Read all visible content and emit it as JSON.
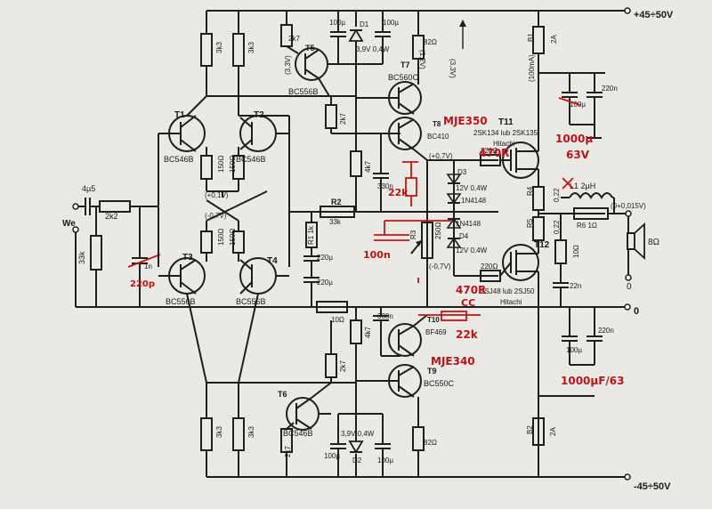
{
  "rails": {
    "pos": "+45÷50V",
    "neg": "-45÷50V",
    "gnd": "0",
    "out_zero": "0"
  },
  "input": {
    "label": "We",
    "cap": "4µ5",
    "r_series": "2k2",
    "r_shunt": "33k",
    "c_shunt": "1n",
    "c_shunt_edit": "220p"
  },
  "transistors": {
    "T1": {
      "name": "T1",
      "type": "BC546B"
    },
    "T2": {
      "name": "T2",
      "type": "BC546B"
    },
    "T3": {
      "name": "T3",
      "type": "BC556B"
    },
    "T4": {
      "name": "T4",
      "type": "BC556B"
    },
    "T5": {
      "name": "T5",
      "type": "BC556B"
    },
    "T6": {
      "name": "T6",
      "type": "BC546B"
    },
    "T7": {
      "name": "T7",
      "type": "BC560C"
    },
    "T8": {
      "name": "T8",
      "type": "BC410"
    },
    "T9": {
      "name": "T9",
      "type": "BC550C"
    },
    "T10": {
      "name": "T10",
      "type": "BF469"
    },
    "T11": {
      "name": "T11",
      "type": "2SK134 lub 2SK135",
      "maker": "Hitachi"
    },
    "T12": {
      "name": "T12",
      "type": "2SJ48 lub 2SJ50",
      "maker": "Hitachi"
    }
  },
  "resistors": {
    "r3k3": "3k3",
    "r2k7": "2k7",
    "r150": "150Ω",
    "r4k7": "4k7",
    "r82": "82Ω",
    "r220": "220Ω",
    "r10": "10Ω",
    "r1": "R1 1k",
    "r2": "R2",
    "r2v": "33k",
    "r_pot": "R3",
    "r_pot_v": "250Ω",
    "r4": "R4",
    "r4v": "0,22",
    "r5": "R5",
    "r5v": "0,22",
    "r6": "R6 1Ω",
    "r10r": "10Ω",
    "b1": "B1",
    "b2": "B2",
    "fuse_v": "2A"
  },
  "caps": {
    "c100u": "100µ",
    "c220u": "220µ",
    "c330n": "330n",
    "c100n": "100n",
    "c220n": "220n",
    "c22n": "22n"
  },
  "diodes": {
    "d1": "D1",
    "d1v": "3,9V 0,4W",
    "d2": "D2",
    "d3": "D3",
    "d3v": "12V 0,4W",
    "d4": "D4",
    "d4v": "12V 0,4W",
    "n4148": "1N4148"
  },
  "voltages": {
    "v01": "(+0,1V)",
    "v01n": "(-0,7V)",
    "v33": "(3,3V)",
    "v12": "(1,2V)",
    "v07p": "(+0,7V)",
    "v07n": "(-0,7V)",
    "v100ma": "(100mA)",
    "v0015": "(0+0,015V)"
  },
  "output": {
    "coil": "L1 2µH",
    "speaker": "8Ω"
  },
  "annotations_red": {
    "mje350": "MJE350",
    "mje340": "MJE340",
    "r470a": "470R",
    "r470b": "470R",
    "cc": "CC",
    "r22ka": "22k",
    "r22kb": "22k",
    "c100n": "100n",
    "c220p": "220p",
    "c1000a": "1000µ",
    "v63": "63V",
    "c1000b": "1000µF/63"
  }
}
